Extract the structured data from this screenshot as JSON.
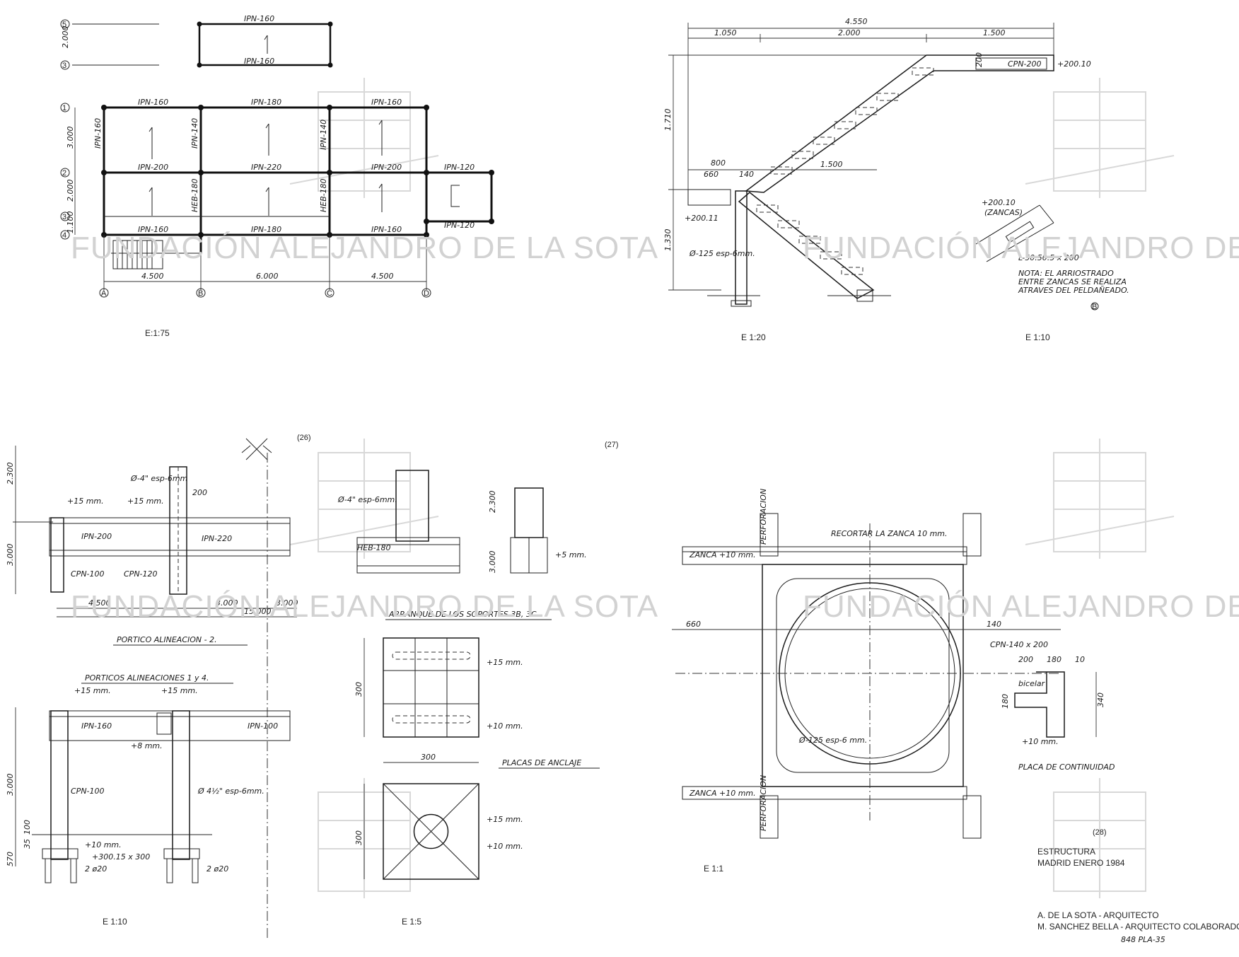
{
  "sheet": {
    "watermark": "FUNDACIÓN ALEJANDRO DE LA SOTA",
    "title_block": {
      "line1": "ESTRUCTURA",
      "line2": "MADRID ENERO 1984",
      "architect": "A. DE LA SOTA - ARQUITECTO",
      "collaborator": "M. SANCHEZ BELLA - ARQUITECTO COLABORADOR",
      "drawing_no": "848 PLA-35"
    }
  },
  "plan": {
    "scale": "E:1:75",
    "axes_letters": [
      "A",
      "B",
      "C",
      "D"
    ],
    "axes_numbers": [
      "1",
      "2",
      "3",
      "4"
    ],
    "top_axes": [
      "5",
      "3"
    ],
    "dims": [
      "4.500",
      "6.000",
      "4.500"
    ],
    "side_dims": [
      "3.000",
      "2.000",
      "1.100"
    ],
    "top_dim": "2.000",
    "beam_labels": [
      "IPN-160",
      "IPN-180",
      "IPN-160",
      "IPN-200",
      "IPN-220",
      "IPN-200",
      "IPN-160",
      "IPN-180",
      "IPN-160",
      "IPN-160",
      "IPN-160",
      "IPN-140",
      "IPN-120",
      "IPN-140",
      "HEB-180",
      "HEB-180",
      "IPN-120"
    ]
  },
  "stair": {
    "scale": "E 1:20",
    "overall": "4.550",
    "dims": [
      "1.050",
      "2.000",
      "1.500"
    ],
    "dims_lower": [
      "800",
      "660",
      "140",
      "1.500"
    ],
    "heights": [
      "1.710",
      "1.330"
    ],
    "labels": [
      "CPN-200",
      "200",
      "+200.10",
      "+200.11",
      "Ø-125 esp-6mm."
    ],
    "corner": "B"
  },
  "detail_110": {
    "scale": "E 1:10",
    "label_top": "+200.10",
    "label_sub": "(ZANCAS)",
    "bolt": "L-50.50.5 x 200",
    "note": [
      "NOTA: EL ARRIOSTRADO",
      "ENTRE ZANCAS SE REALIZA",
      "ATRAVES DEL PELDAÑEADO."
    ]
  },
  "portico": {
    "scale": "E 1:10",
    "ref": "(26)",
    "title1": "PORTICO ALINEACION - 2.",
    "title2": "PORTICOS ALINEACIONES 1 y 4.",
    "dims_top": [
      "2.300",
      "3.000"
    ],
    "dims_h": [
      "4.500",
      "3.000",
      "3.000",
      "15.000"
    ],
    "labels_top": [
      "Ø-4\" esp-6mm",
      "200",
      "+15 mm.",
      "+15 mm.",
      "IPN-200",
      "IPN-220",
      "CPN-100",
      "CPN-120"
    ],
    "labels_bottom": [
      "+15 mm.",
      "+15 mm.",
      "IPN-160",
      "IPN-100",
      "+8 mm.",
      "CPN-100",
      "Ø 4½\" esp-6mm.",
      "+10 mm.",
      "+300.15 x 300",
      "2 ø20",
      "2 ø20"
    ],
    "dims_bottom": [
      "3.000",
      "100",
      "35",
      "570"
    ]
  },
  "supports": {
    "scale": "E 1:5",
    "ref": "(27)",
    "title": "ARRANQUE DE LOS SOPORTES 3B, 3C.",
    "labels": [
      "Ø-4\" esp-6mm.",
      "HEB-180",
      "+5 mm."
    ],
    "dims": [
      "2.300",
      "3.000"
    ]
  },
  "plates": {
    "title": "PLACAS DE ANCLAJE",
    "dims": [
      "300",
      "300",
      "300"
    ],
    "labels": [
      "+15 mm.",
      "+10 mm.",
      "+15 mm.",
      "+10 mm."
    ]
  },
  "full_detail": {
    "scale": "E 1:1",
    "labels": [
      "ZANCA +10 mm.",
      "RECORTAR LA ZANCA 10 mm.",
      "ZANCA +10 mm.",
      "Ø-125 esp-6 mm.",
      "CPN-140 x 200",
      "PERFORACION",
      "PERFORACION"
    ],
    "dims": [
      "660",
      "140"
    ],
    "tee": {
      "labels": [
        "bicelar",
        "+10 mm.",
        "PLACA DE CONTINUIDAD"
      ],
      "dims": [
        "200",
        "180",
        "10",
        "340",
        "180"
      ]
    },
    "ref": "(28)"
  }
}
